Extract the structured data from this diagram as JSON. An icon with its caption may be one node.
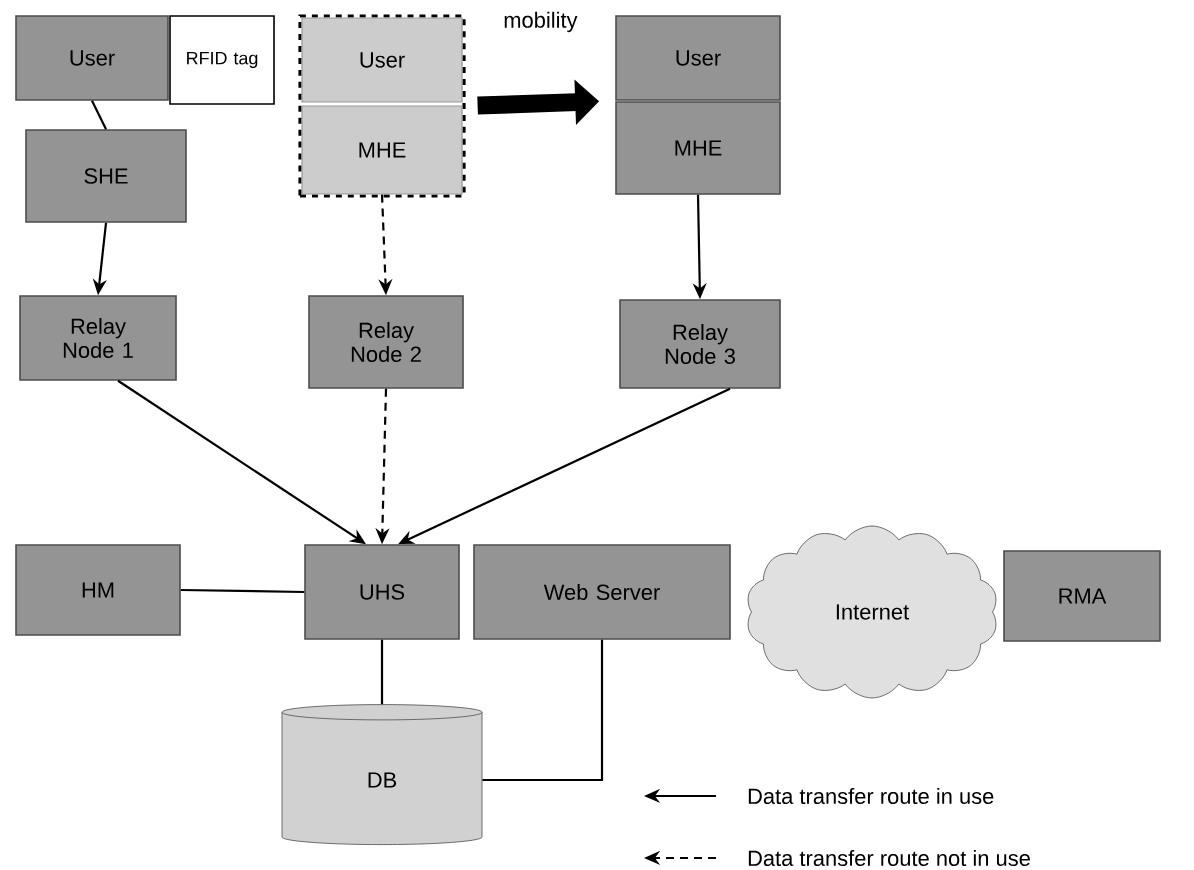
{
  "diagram": {
    "nodes": [
      {
        "text": [
          "User"
        ]
      },
      {
        "text": [
          "RFID tag"
        ]
      },
      {
        "text": [
          "SHE"
        ]
      },
      {
        "text": [],
        "shape": "box"
      },
      {
        "text": [
          "User"
        ],
        "in": 3
      },
      {
        "text": [
          "MHE"
        ],
        "in": 3
      },
      {
        "text": [
          "User"
        ]
      },
      {
        "text": [
          "MHE"
        ]
      },
      {
        "text": [
          "Relay Node 1"
        ]
      },
      {
        "text": [
          "Relay Node 2"
        ]
      },
      {
        "text": [
          "Relay Node 3"
        ]
      },
      {
        "text": [
          "HM"
        ]
      },
      {
        "text": [
          "UHS"
        ]
      },
      {
        "text": [
          "Web Server"
        ]
      },
      {
        "text": [
          "Internet"
        ]
      },
      {
        "text": [
          "RMA"
        ]
      },
      {
        "text": [
          "DB"
        ]
      }
    ],
    "edges": [
      {
        "from": 0,
        "to": 2,
        "arrow": "none"
      },
      {
        "from": 2,
        "to": 8,
        "arrow": "to"
      },
      {
        "from": 5,
        "to": 9,
        "arrow": "to",
        "style": "dashed"
      },
      {
        "from": 7,
        "to": 10,
        "arrow": "to"
      },
      {
        "from": 8,
        "to": 12,
        "arrow": "to"
      },
      {
        "from": 9,
        "to": 12,
        "arrow": "to",
        "style": "dashed"
      },
      {
        "from": 10,
        "to": 12,
        "arrow": "to"
      },
      {
        "from": 11,
        "to": 12,
        "arrow": "none"
      },
      {
        "from": 12,
        "to": 16,
        "arrow": "none"
      },
      {
        "from": 13,
        "to": 16,
        "arrow": "none"
      },
      {
        "from": 3,
        "to": 6,
        "arrow": "to",
        "style": "thick",
        "label": "mobility"
      }
    ],
    "legend": [
      {
        "text": "Data transfer route in use"
      },
      {
        "text": "Data transfer route not in use"
      }
    ]
  }
}
